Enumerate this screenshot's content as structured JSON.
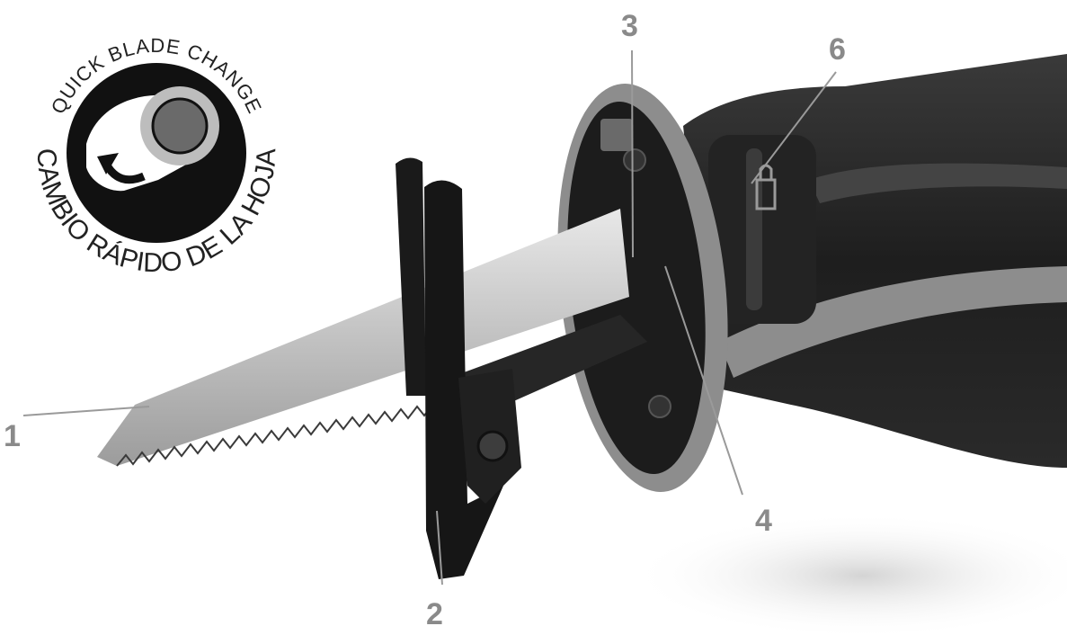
{
  "badge": {
    "top_text": "QUICK BLADE CHANGE",
    "bottom_text": "CAMBIO RÁPIDO DE LA HOJA"
  },
  "callouts": [
    {
      "id": "1",
      "label": "1"
    },
    {
      "id": "2",
      "label": "2"
    },
    {
      "id": "3",
      "label": "3"
    },
    {
      "id": "4",
      "label": "4"
    },
    {
      "id": "6",
      "label": "6"
    }
  ],
  "colors": {
    "callout_text": "#8a8a8a",
    "leader_line": "#9a9a9a",
    "tool_body": "#2b2b2b",
    "tool_trim": "#8d8d8d",
    "blade": "#c9c9c9",
    "badge_ring": "#111111"
  }
}
